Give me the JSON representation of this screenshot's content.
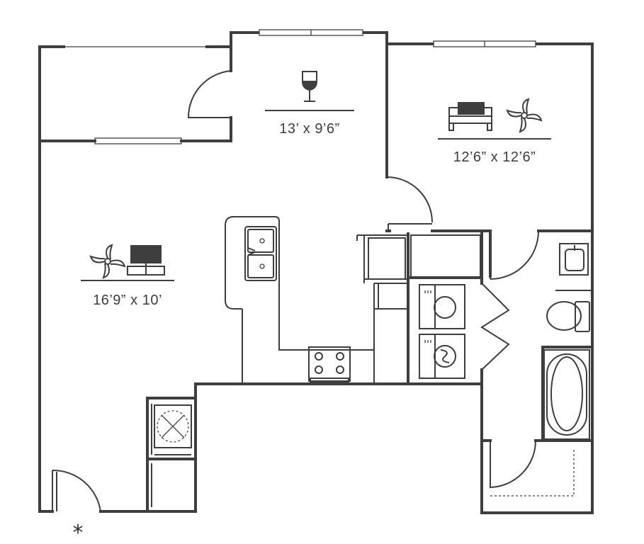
{
  "rooms": {
    "dining": {
      "dimensions": "13’ x 9’6”"
    },
    "bedroom": {
      "dimensions": "12’6” x 12’6”"
    },
    "living": {
      "dimensions": "16’9” x 10’"
    }
  },
  "entry_marker": "*",
  "icons": [
    "wine-glass-icon",
    "bed-icon",
    "ceiling-fan-icon",
    "tv-icon",
    "sink-icon",
    "stove-icon",
    "washer-icon",
    "dryer-icon",
    "toilet-icon",
    "bathtub-icon"
  ],
  "colors": {
    "line": "#3e3e3e",
    "background": "#ffffff"
  }
}
